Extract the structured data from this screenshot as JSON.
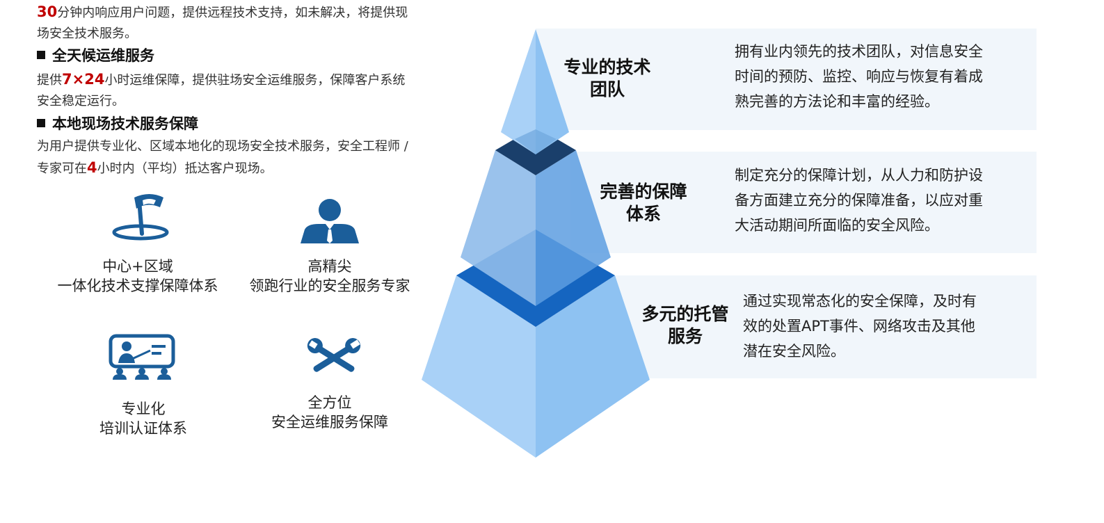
{
  "left": {
    "intro": {
      "highlight": "30",
      "line1_rest": "分钟内响应用户问题，提供远程技术支持，如未解决，将提供现",
      "line2": "场安全技术服务。"
    },
    "sections": [
      {
        "heading": "全天候运维服务",
        "pre": "提供",
        "highlight": "7×24",
        "rest": "小时运维保障，提供驻场安全运维服务，保障客户系统",
        "line2": "安全稳定运行。"
      },
      {
        "heading": "本地现场技术服务保障",
        "line1": "为用户提供专业化、区域本地化的现场安全技术服务，安全工程师 /",
        "pre2": "专家可在",
        "highlight": "4",
        "rest2": "小时内（平均）抵达客户现场。"
      }
    ],
    "features": [
      {
        "icon": "flag-pin-icon",
        "line1": "中心+区域",
        "line2": "一体化技术支撑保障体系"
      },
      {
        "icon": "person-icon",
        "line1": "高精尖",
        "line2": "领跑行业的安全服务专家"
      },
      {
        "icon": "presentation-icon",
        "line1": "专业化",
        "line2": "培训认证体系"
      },
      {
        "icon": "tools-icon",
        "line1": "全方位",
        "line2": "安全运维服务保障"
      }
    ]
  },
  "pyramid": {
    "tiers": [
      {
        "title_l1": "专业的技术",
        "title_l2": "团队",
        "desc": [
          "拥有业内领先的技术团队，对信息安全",
          "时间的预防、监控、响应与恢复有着成",
          "熟完善的方法论和丰富的经验。"
        ]
      },
      {
        "title_l1": "完善的保障",
        "title_l2": "体系",
        "desc": [
          "制定充分的保障计划，从人力和防护设",
          "备方面建立充分的保障准备，以应对重",
          "大活动期间所面临的安全风险。"
        ]
      },
      {
        "title_l1": "多元的托管",
        "title_l2": "服务",
        "desc": [
          "通过实现常态化的安全保障，及时有",
          "效的处置APT事件、网络攻击及其他",
          "潜在安全风险。"
        ]
      }
    ]
  },
  "colors": {
    "highlight": "#c00000",
    "icon": "#1b5e9a",
    "panel": "#f1f6fb",
    "pyramid_dark": "#1a3f6b",
    "pyramid_blue": "#1565c0",
    "pyramid_light": "#a9d1f7"
  }
}
